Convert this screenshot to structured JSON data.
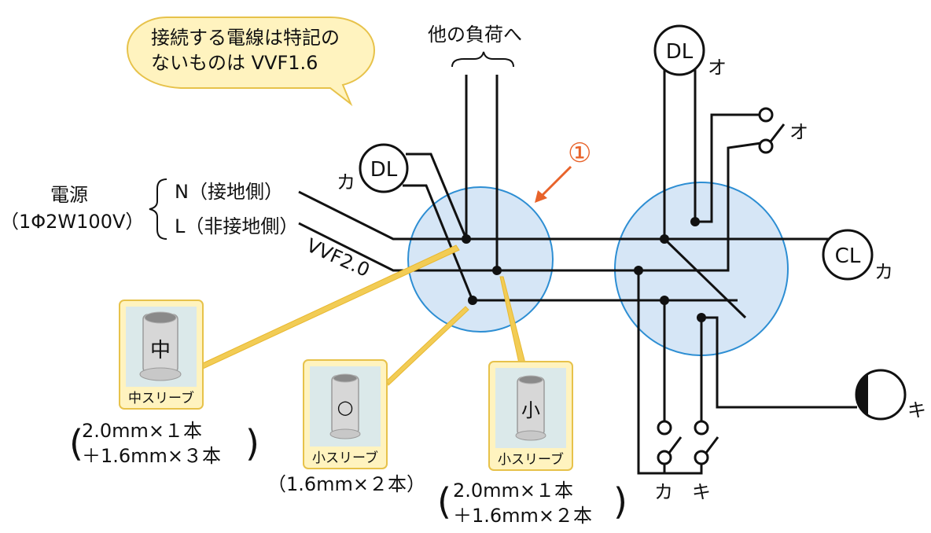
{
  "callout": {
    "line1": "接続する電線は特記の",
    "line2": "ないものは VVF1.6"
  },
  "other_load_label": "他の負荷へ",
  "marker_number": "①",
  "power": {
    "title": "電源",
    "spec": "（1Φ2W100V）",
    "n_label": "N（接地側）",
    "l_label": "L（非接地側）",
    "cable_label": "VVF2.0"
  },
  "fixtures": {
    "dl_left": {
      "name": "DL",
      "tag": "カ"
    },
    "dl_top": {
      "name": "DL",
      "tag": "オ"
    },
    "cl": {
      "name": "CL",
      "tag": "カ"
    },
    "outlet_tag": "キ",
    "switch_o_tag": "オ",
    "switch_ka_tag": "カ",
    "switch_ki_tag": "キ"
  },
  "sleeves": [
    {
      "mark": "中",
      "label": "中スリーブ",
      "note_line1": "2.0mm×１本",
      "note_line2": "＋1.6mm×３本"
    },
    {
      "mark": "○",
      "label": "小スリーブ",
      "note_line1": "（1.6mm×２本）",
      "note_line2": ""
    },
    {
      "mark": "小",
      "label": "小スリーブ",
      "note_line1": "2.0mm×１本",
      "note_line2": "＋1.6mm×２本"
    }
  ],
  "colors": {
    "box_fill": "#d6e6f6",
    "box_stroke": "#2d8ed3",
    "callout_fill": "#fff3bf",
    "callout_stroke": "#e7c24a",
    "leader": "#e8b830",
    "marker": "#e8632a",
    "wire": "#111111"
  }
}
